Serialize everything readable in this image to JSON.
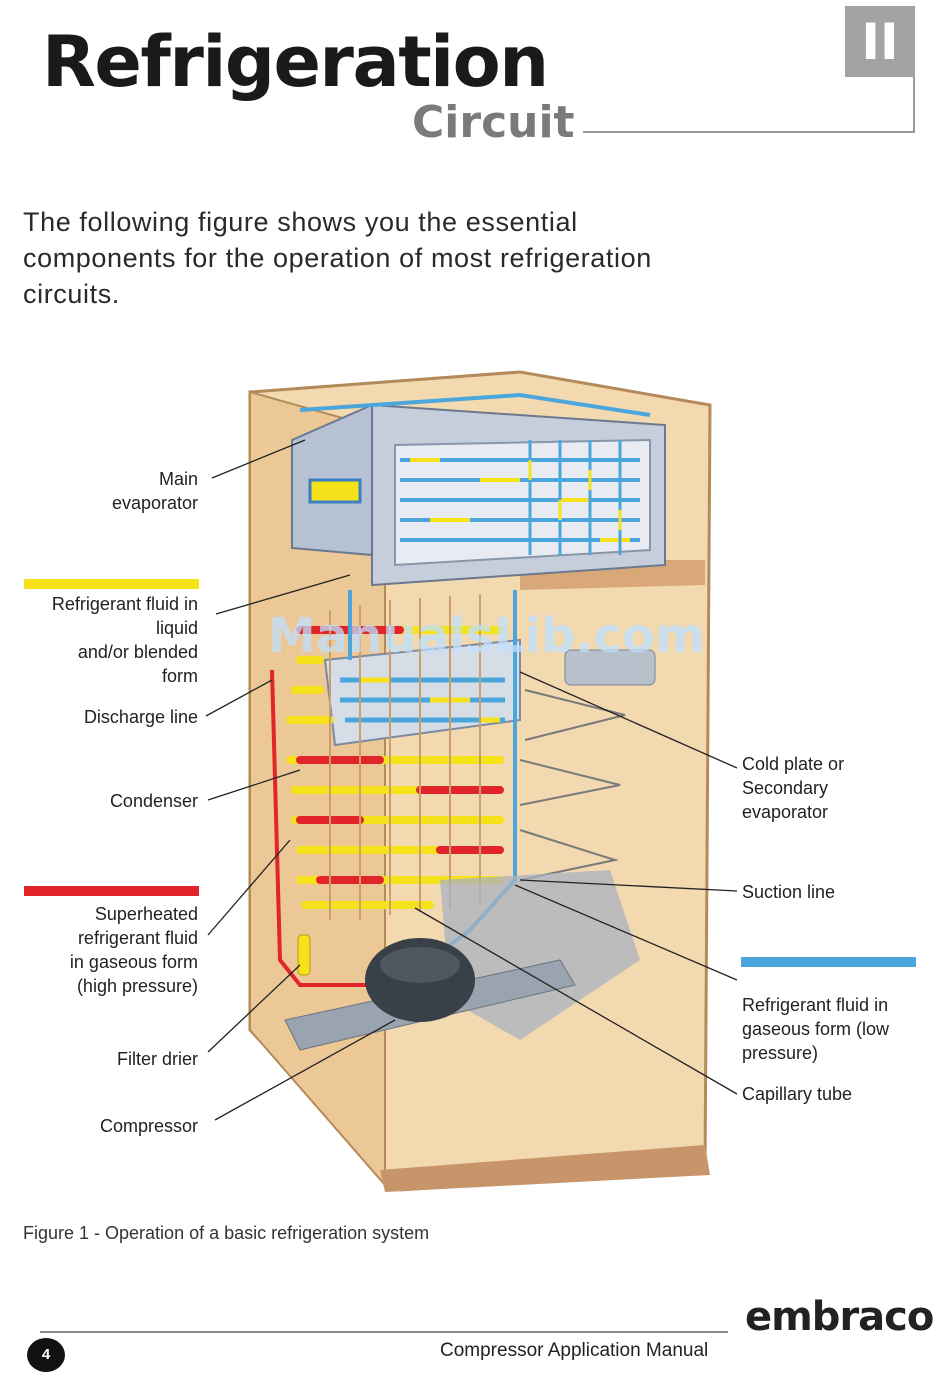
{
  "header": {
    "title": "Refrigeration",
    "subtitle": "Circuit",
    "chapter": "II"
  },
  "intro": "The following figure shows you the essential components for the operation of most refrigeration circuits.",
  "figure": {
    "labels_left": {
      "main_evaporator": [
        "Main",
        "evaporator"
      ],
      "liquid_legend": [
        "Refrigerant fluid in",
        "liquid",
        "and/or blended",
        "form"
      ],
      "discharge_line": "Discharge line",
      "condenser": "Condenser",
      "superheated_legend": [
        "Superheated",
        "refrigerant fluid",
        "in gaseous form",
        "(high pressure)"
      ],
      "filter_drier": "Filter drier",
      "compressor": "Compressor"
    },
    "labels_right": {
      "cold_plate": [
        "Cold plate or",
        "Secondary",
        "evaporator"
      ],
      "suction_line": "Suction line",
      "low_pressure_legend": [
        "Refrigerant fluid in",
        "gaseous form (low",
        "pressure)"
      ],
      "capillary_tube": "Capillary tube"
    },
    "legend_colors": {
      "liquid": "#f5e21b",
      "superheated": "#e2242b",
      "low_pressure": "#4aa6dc"
    },
    "watermark": "ManualsLib.com",
    "caption": "Figure 1 - Operation of a basic refrigeration system"
  },
  "footer": {
    "page_number": "4",
    "manual_title": "Compressor Application Manual",
    "brand": "embraco"
  }
}
